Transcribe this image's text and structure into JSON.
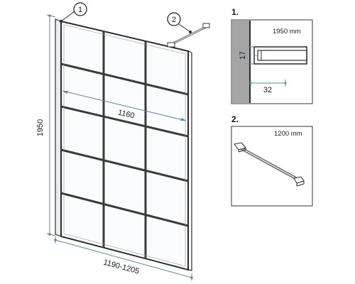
{
  "callouts": {
    "one": "1",
    "two": "2"
  },
  "dimensions": {
    "height": "1950",
    "inner_width": "1160",
    "total_width": "1190-1205"
  },
  "detail_1": {
    "title": "1.",
    "length": "1950 mm",
    "dim_vertical": "17",
    "dim_horizontal": "32"
  },
  "detail_2": {
    "title": "2.",
    "length": "1200 mm"
  },
  "colors": {
    "frame": "#2b2b2b",
    "glass_line": "#7f8a8f",
    "dimension_line": "#5e86a5",
    "wall_fill": "#a5a5a5",
    "detail_border": "#333333"
  }
}
